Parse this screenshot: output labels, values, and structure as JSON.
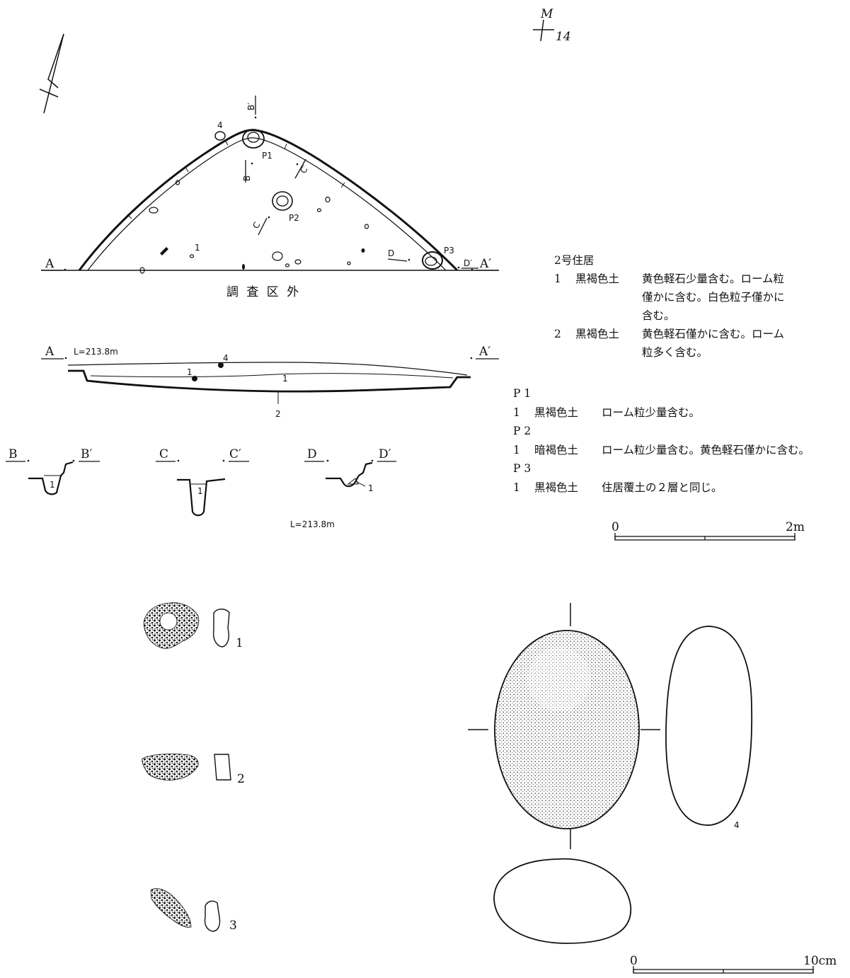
{
  "grid_marker": {
    "letter": "M",
    "number": "14"
  },
  "plan": {
    "outside_label": "調 査 区 外",
    "section_a": "A",
    "section_a_prime": "A′",
    "section_b": "B",
    "section_b_prime": "B′",
    "section_c": "C",
    "section_c_prime": "C′",
    "section_d": "D",
    "section_d_prime": "D′",
    "pits": [
      "P1",
      "P2",
      "P3"
    ],
    "artifact_labels": [
      "1",
      "4"
    ]
  },
  "section_aa": {
    "a": "A",
    "a_prime": "A′",
    "elevation": "L=213.8m",
    "layers": [
      "1",
      "2"
    ],
    "artifact_labels": [
      "1",
      "4"
    ]
  },
  "pit_sections": {
    "b": {
      "left": "B",
      "right": "B′",
      "layer": "1"
    },
    "c": {
      "left": "C",
      "right": "C′",
      "layer": "1"
    },
    "d": {
      "left": "D",
      "right": "D′",
      "layer": "1"
    },
    "elevation": "L=213.8m"
  },
  "legend_house": {
    "title": "2号住居",
    "rows": [
      {
        "num": "1",
        "soil": "黒褐色土",
        "desc": [
          "黄色軽石少量含む。ローム粒",
          "僅かに含む。白色粒子僅かに",
          "含む。"
        ]
      },
      {
        "num": "2",
        "soil": "黒褐色土",
        "desc": [
          "黄色軽石僅かに含む。ローム",
          "粒多く含む。"
        ]
      }
    ]
  },
  "legend_pits": [
    {
      "title": "P 1",
      "num": "1",
      "soil": "黒褐色土",
      "desc": "ローム粒少量含む。"
    },
    {
      "title": "P 2",
      "num": "1",
      "soil": "暗褐色土",
      "desc": "ローム粒少量含む。黄色軽石僅かに含む。"
    },
    {
      "title": "P 3",
      "num": "1",
      "soil": "黒褐色土",
      "desc": "住居覆土の２層と同じ。"
    }
  ],
  "scale_features": {
    "start": "0",
    "end": "2m"
  },
  "artifacts": [
    "1",
    "2",
    "3",
    "4"
  ],
  "scale_artifacts": {
    "start": "0",
    "end": "10cm"
  }
}
